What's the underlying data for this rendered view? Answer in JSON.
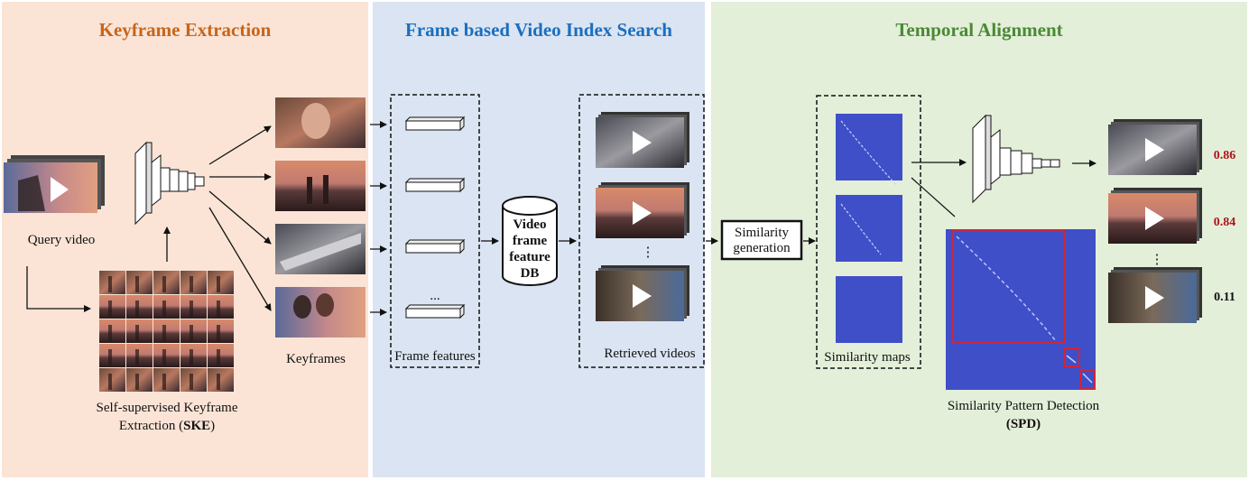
{
  "sections": {
    "keyframe_extraction": {
      "title": "Keyframe Extraction",
      "color": "#c8651a",
      "bg": "#fbe4d6"
    },
    "index_search": {
      "title": "Frame based Video Index Search",
      "color": "#1a6fc0",
      "bg": "#dbe4f2"
    },
    "temporal_alignment": {
      "title": "Temporal Alignment",
      "color": "#4a8a35",
      "bg": "#e3efd9"
    }
  },
  "labels": {
    "query_video": "Query video",
    "ske_line1": "Self-supervised Keyframe",
    "ske_line2_prefix": "Extraction (",
    "ske_bold": "SKE",
    "ske_line2_suffix": ")",
    "keyframes": "Keyframes",
    "frame_features": "Frame features",
    "feature_dots": "...",
    "db_line1": "Video",
    "db_line2": "frame",
    "db_line3": "feature",
    "db_line4": "DB",
    "retrieved_videos": "Retrieved videos",
    "retrieved_dots": "⋮",
    "similarity_gen_line1": "Similarity",
    "similarity_gen_line2": "generation",
    "similarity_maps": "Similarity maps",
    "spd_line1": "Similarity Pattern Detection",
    "spd_bold": "SPD",
    "result_dots": "⋮"
  },
  "scores": [
    {
      "value": "0.86",
      "color": "#b0121b"
    },
    {
      "value": "0.84",
      "color": "#b0121b"
    },
    {
      "value": "0.11",
      "color": "#111111"
    }
  ],
  "colors": {
    "simmap": "#3f4fc8",
    "highlight": "#d0243a",
    "play": "#ffffff"
  }
}
